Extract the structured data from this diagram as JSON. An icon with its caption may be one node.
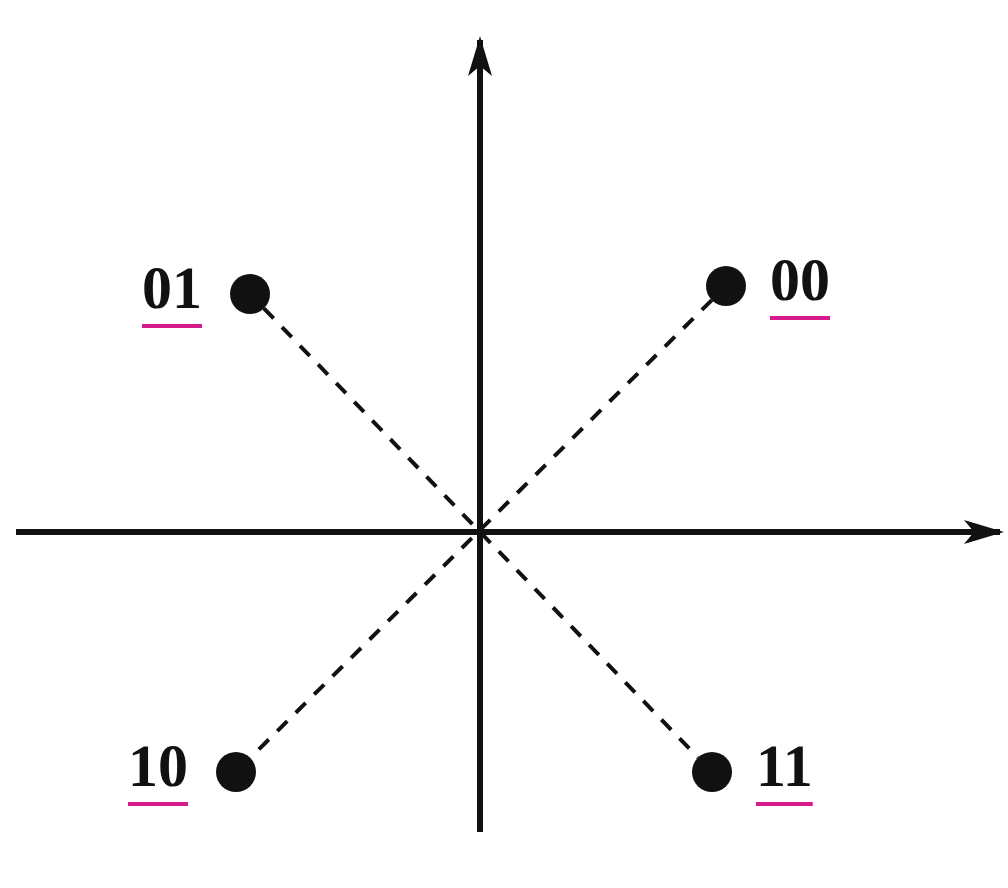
{
  "diagram": {
    "nodes": [
      {
        "text": [],
        "shape": "circle",
        "beside": [
          "01"
        ]
      },
      {
        "text": [],
        "shape": "circle",
        "beside": [
          "00"
        ]
      },
      {
        "text": [],
        "shape": "circle",
        "beside": [
          "10"
        ]
      },
      {
        "text": [],
        "shape": "circle",
        "beside": [
          "11"
        ]
      }
    ],
    "edges": [
      {
        "from": 0,
        "to": 3,
        "arrow": "none",
        "style": "dashed"
      },
      {
        "from": 1,
        "to": 2,
        "arrow": "none",
        "style": "dashed"
      }
    ]
  }
}
